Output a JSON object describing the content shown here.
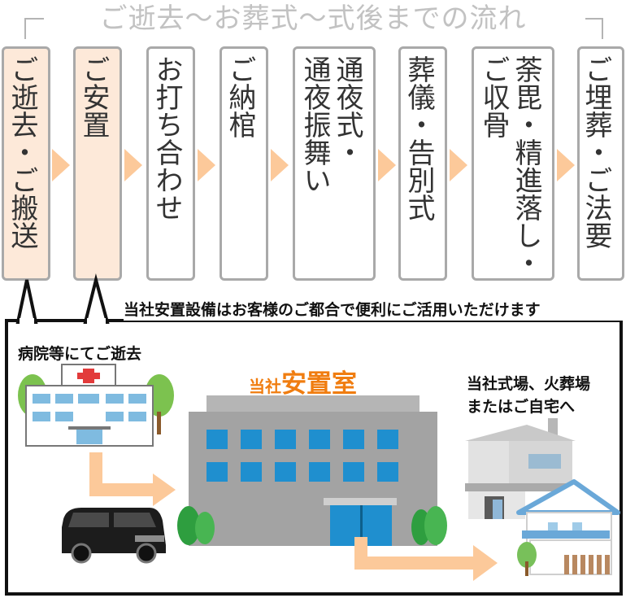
{
  "title": "ご逝去～お葬式～式後までの流れ",
  "steps": [
    {
      "label": "ご逝去・ご搬送",
      "active": true
    },
    {
      "label": "ご安置",
      "active": true
    },
    {
      "label": "お打ち合わせ",
      "active": false
    },
    {
      "label": "ご納棺",
      "active": false
    },
    {
      "label": "通夜式・\n通夜振舞い",
      "active": false
    },
    {
      "label": "葬儀・告別式",
      "active": false
    },
    {
      "label": "荼毘・精進落し・\nご収骨",
      "active": false
    },
    {
      "label": "ご埋葬・ご法要",
      "active": false
    }
  ],
  "banner": "当社安置設備はお客様のご都合で便利にご活用いただけます",
  "hospital_label": "病院等にてご逝去",
  "room_label_prefix": "当社",
  "room_label_main": "安置室",
  "destination_label": "当社式場、火葬場\nまたはご自宅へ",
  "colors": {
    "active_fill": "#fde9d9",
    "arrow": "#fcc99a",
    "room_label": "#f07d10",
    "building_gray": "#a3a3a3",
    "window_blue": "#1f8fcf"
  }
}
